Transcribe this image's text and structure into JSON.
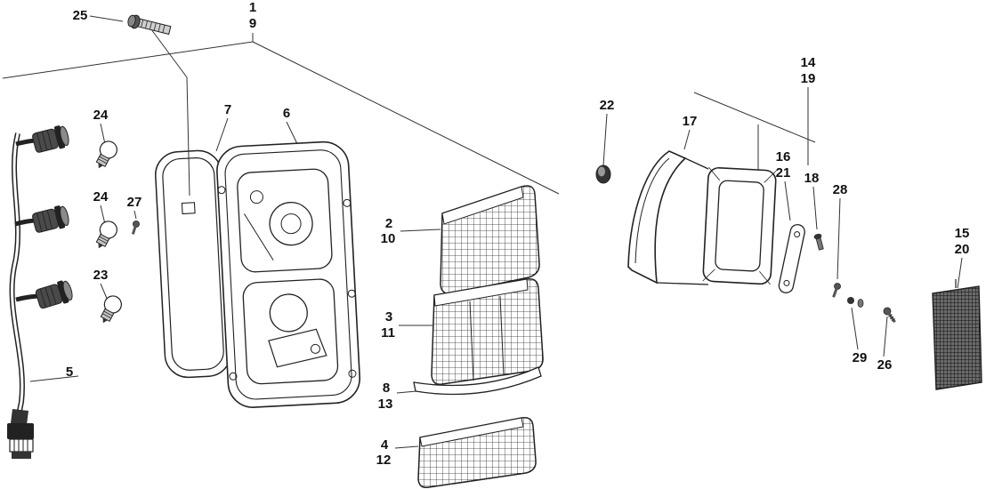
{
  "colors": {
    "line": "#222222",
    "background": "#ffffff"
  },
  "callouts": {
    "c1": "1",
    "c9": "9",
    "c25": "25",
    "c24a": "24",
    "c24b": "24",
    "c23": "23",
    "c27": "27",
    "c7": "7",
    "c6": "6",
    "c5": "5",
    "c2": "2",
    "c10": "10",
    "c3": "3",
    "c11": "11",
    "c8": "8",
    "c13": "13",
    "c4": "4",
    "c12": "12",
    "c22": "22",
    "c17": "17",
    "c14": "14",
    "c19": "19",
    "c16": "16",
    "c21": "21",
    "c18": "18",
    "c28": "28",
    "c15": "15",
    "c20": "20",
    "c29": "29",
    "c26": "26"
  }
}
